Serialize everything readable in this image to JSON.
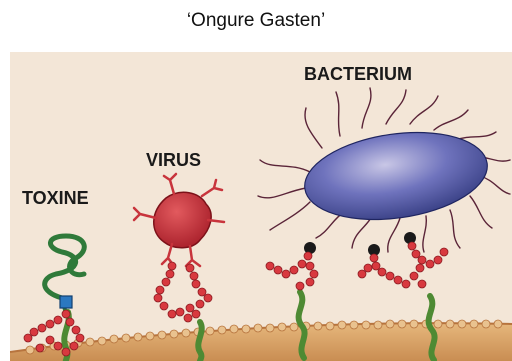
{
  "title": "‘Ongure Gasten’",
  "labels": {
    "toxine": "TOXINE",
    "virus": "VIRUS",
    "bacterium": "BACTERIUM"
  },
  "colors": {
    "background": "#f3e6d7",
    "membrane": "#d8a26a",
    "sugar_beads": "#d8393f",
    "protein": "#4e8a33",
    "virus": "#c8343c",
    "bacterium": "#4c5aa6",
    "toxin": "#2f7a3a"
  }
}
